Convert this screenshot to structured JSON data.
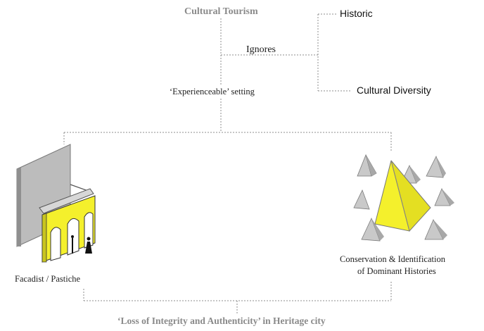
{
  "diagram": {
    "title": "Cultural Tourism",
    "ignores_label": "Ignores",
    "setting_label": "‘Experienceable’ setting",
    "ignored_items": [
      "Historic",
      "Cultural Diversity"
    ],
    "left_outcome": "Facadist / Pastiche",
    "right_outcome_line1": "Conservation & Identification",
    "right_outcome_line2": "of Dominant Histories",
    "conclusion": "‘Loss of Integrity and Authenticity’ in Heritage city"
  },
  "colors": {
    "connector": "#8c8c8c",
    "accent_yellow": "#f4f02c",
    "wall_grey": "#b9b9b9",
    "label_grey": "#8a8a8a"
  }
}
